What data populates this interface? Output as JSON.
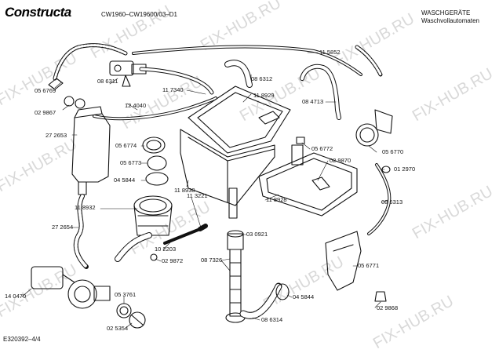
{
  "header": {
    "brand": "Constructa",
    "model": "CW1960–CW19600/03–D1",
    "category_line1": "WASCHGERÄTE",
    "category_line2": "Waschvollautomaten"
  },
  "footer": {
    "drawing_id": "E320392–4/4"
  },
  "watermark": "FIX-HUB.RU",
  "parts": {
    "p115852": "11 5852",
    "p056769": "05 6769",
    "p086311": "08 6311",
    "p117340": "11 7340",
    "p086312": "08 6312",
    "p029867": "02 9867",
    "p124040": "12 4040",
    "p118929": "11 8929",
    "p084713": "08 4713",
    "p272653": "27 2653",
    "p056774": "05 6774",
    "p056773": "05 6773",
    "p045844a": "04 5844",
    "p118930": "11 8930",
    "p056772": "05 6772",
    "p056770": "05 6770",
    "p029870": "02 9870",
    "p012970": "01 2970",
    "p118932": "11 8932",
    "p113221": "11 3221",
    "p118928": "11 8928",
    "p086313": "08 6313",
    "p272654": "27 2654",
    "p102203": "10 2203",
    "p030921": "03 0921",
    "p029872": "02 9872",
    "p087326": "08 7326",
    "p056771": "05 6771",
    "p140470": "14 0470",
    "p053761": "05 3761",
    "p045844b": "04 5844",
    "p029868": "02 9868",
    "p025354": "02 5354",
    "p086314": "08 6314"
  }
}
